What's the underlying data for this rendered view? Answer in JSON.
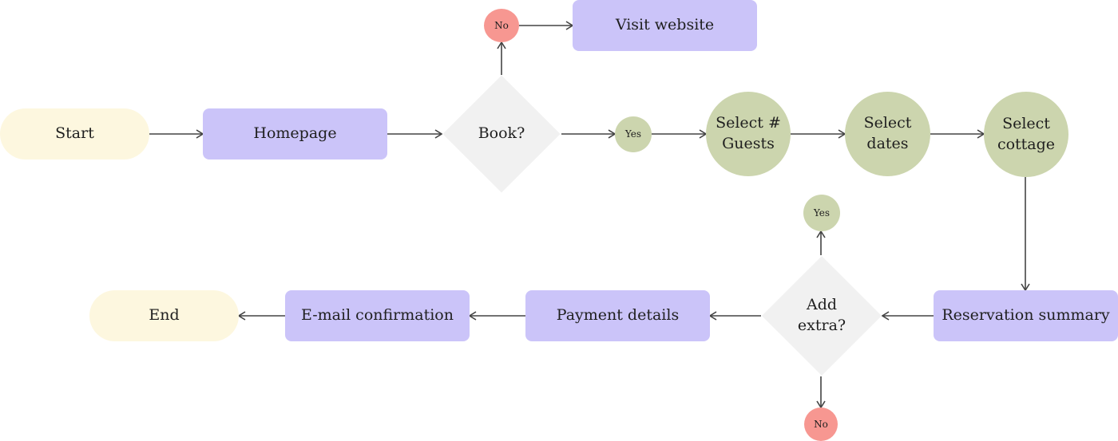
{
  "diagram": {
    "type": "flowchart",
    "nodes": {
      "start": "Start",
      "homepage": "Homepage",
      "book": "Book?",
      "book_no": "No",
      "visit_website": "Visit website",
      "book_yes": "Yes",
      "select_guests": "Select #\nGuests",
      "select_dates": "Select\ndates",
      "select_cottage": "Select\ncottage",
      "reservation_summary": "Reservation summary",
      "add_extra": "Add\nextra?",
      "extra_yes": "Yes",
      "extra_no": "No",
      "payment_details": "Payment details",
      "email_confirmation": "E-mail confirmation",
      "end": "End"
    },
    "edges": [
      [
        "start",
        "homepage"
      ],
      [
        "homepage",
        "book"
      ],
      [
        "book",
        "book_no"
      ],
      [
        "book_no",
        "visit_website"
      ],
      [
        "book",
        "book_yes"
      ],
      [
        "book_yes",
        "select_guests"
      ],
      [
        "select_guests",
        "select_dates"
      ],
      [
        "select_dates",
        "select_cottage"
      ],
      [
        "select_cottage",
        "reservation_summary"
      ],
      [
        "reservation_summary",
        "add_extra"
      ],
      [
        "add_extra",
        "extra_yes"
      ],
      [
        "add_extra",
        "extra_no"
      ],
      [
        "add_extra",
        "payment_details"
      ],
      [
        "payment_details",
        "email_confirmation"
      ],
      [
        "email_confirmation",
        "end"
      ]
    ],
    "colors": {
      "terminal": "#fdf7df",
      "process": "#cbc4f9",
      "decision": "#f1f1f1",
      "state": "#ccd5ae",
      "no": "#f79791",
      "edge": "#444444"
    }
  }
}
